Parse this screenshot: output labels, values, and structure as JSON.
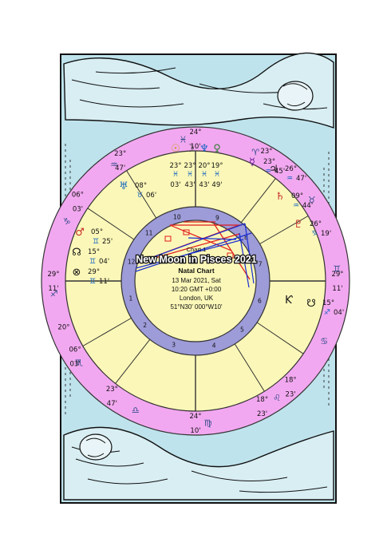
{
  "chart": {
    "title": "New Moon in Pisces 2021",
    "subtitle": "Natal Chart",
    "date_line": "13 Mar 2021, Sat",
    "time_line": "10:20  GMT +0:00",
    "place_line": "London, UK",
    "coords_line": "51°N30' 000°W10'",
    "inner_tag": "Chart 1"
  },
  "colors": {
    "woodcut_fill": "#bfe3ec",
    "outer_ring": "#f2a8f0",
    "houses_fill": "#fbf7b8",
    "inner_ring": "#9d9bd8",
    "center_fill": "#fbf7b8",
    "aspect_red": "#e01b1b",
    "aspect_blue": "#1a2fd0",
    "glyph_red": "#c62828",
    "glyph_green": "#2e7d32",
    "glyph_blue": "#1565c0"
  },
  "zodiac_ring": [
    {
      "glyph": "♓",
      "name": "pisces"
    },
    {
      "glyph": "♈",
      "name": "aries"
    },
    {
      "glyph": "♉",
      "name": "taurus"
    },
    {
      "glyph": "♊",
      "name": "gemini"
    },
    {
      "glyph": "♋",
      "name": "cancer"
    },
    {
      "glyph": "♌",
      "name": "leo"
    },
    {
      "glyph": "♍",
      "name": "virgo"
    },
    {
      "glyph": "♎",
      "name": "libra"
    },
    {
      "glyph": "♏",
      "name": "scorpio"
    },
    {
      "glyph": "♐",
      "name": "sagittarius"
    },
    {
      "glyph": "♑",
      "name": "capricorn"
    },
    {
      "glyph": "♒",
      "name": "aquarius"
    }
  ],
  "cusp_labels": [
    {
      "deg": "24°",
      "min": "10'",
      "glyph": "♓",
      "name": "mc"
    },
    {
      "deg": "23°",
      "min": "47'",
      "glyph": "♒",
      "name": "cusp-11"
    },
    {
      "deg": "06°",
      "min": "03'",
      "glyph": "♒",
      "name": "cusp-12"
    },
    {
      "deg": "23°",
      "min": "",
      "glyph": "♐",
      "name": "cusp-9"
    },
    {
      "deg": "18°",
      "min": "23'",
      "glyph": "♍",
      "name": "cusp-8"
    },
    {
      "deg": "29°",
      "min": "11'",
      "glyph": "♐",
      "name": "asc"
    },
    {
      "deg": "24°",
      "min": "10'",
      "glyph": "♍",
      "name": "ic"
    },
    {
      "deg": "23°",
      "min": "47'",
      "glyph": "♌",
      "name": "cusp-5"
    },
    {
      "deg": "06°",
      "min": "03'",
      "glyph": "♌",
      "name": "cusp-6"
    },
    {
      "deg": "20°",
      "min": "",
      "glyph": "♋",
      "name": "cusp-3"
    },
    {
      "deg": "29°",
      "min": "11'",
      "glyph": "♊",
      "name": "dsc"
    },
    {
      "deg": "18°",
      "min": "23'",
      "glyph": "♐",
      "name": "cusp-2"
    }
  ],
  "houses": [
    "1",
    "2",
    "3",
    "4",
    "5",
    "6",
    "7",
    "8",
    "9",
    "10",
    "11",
    "12"
  ],
  "planets": [
    {
      "glyph": "☉",
      "deg": "23°",
      "sign": "♓",
      "min": "03'",
      "name": "sun",
      "color": "#c9a227"
    },
    {
      "glyph": "☽",
      "deg": "23°",
      "sign": "♓",
      "min": "43'",
      "name": "moon",
      "color": "#444444"
    },
    {
      "glyph": "♆",
      "deg": "20°",
      "sign": "♓",
      "min": "43'",
      "name": "neptune",
      "color": "#1565c0"
    },
    {
      "glyph": "♀",
      "deg": "19°",
      "sign": "♓",
      "min": "49'",
      "name": "venus",
      "color": "#2e7d32"
    },
    {
      "glyph": "☿",
      "deg": "23°",
      "sign": "♒",
      "min": "45'",
      "name": "mercury",
      "color": "#6a1b9a"
    },
    {
      "glyph": "♄",
      "deg": "09°",
      "sign": "♒",
      "min": "44'",
      "name": "saturn",
      "color": "#c62828"
    },
    {
      "glyph": "♃",
      "deg": "26°",
      "sign": "♒",
      "min": "47'",
      "name": "jupiter",
      "color": "#111111"
    },
    {
      "glyph": "♇",
      "deg": "26°",
      "sign": "♑",
      "min": "19'",
      "name": "pluto",
      "color": "#c62828"
    },
    {
      "glyph": "♅",
      "deg": "08°",
      "sign": "♉",
      "min": "06'",
      "name": "uranus",
      "color": "#1565c0"
    },
    {
      "glyph": "♂",
      "deg": "05°",
      "sign": "♊",
      "min": "25'",
      "name": "mars",
      "color": "#c62828"
    },
    {
      "glyph": "☊",
      "deg": "15°",
      "sign": "♊",
      "min": "04'",
      "name": "north-node",
      "color": "#111111"
    },
    {
      "glyph": "⊗",
      "deg": "29°",
      "sign": "♊",
      "min": "11'",
      "name": "part-of-fortune",
      "color": "#111111"
    },
    {
      "glyph": "☋",
      "deg": "15°",
      "sign": "♐",
      "min": "04'",
      "name": "south-node",
      "color": "#111111"
    },
    {
      "glyph": "Ƙ",
      "deg": "",
      "sign": "",
      "min": "",
      "name": "chiron",
      "color": "#111111"
    }
  ]
}
